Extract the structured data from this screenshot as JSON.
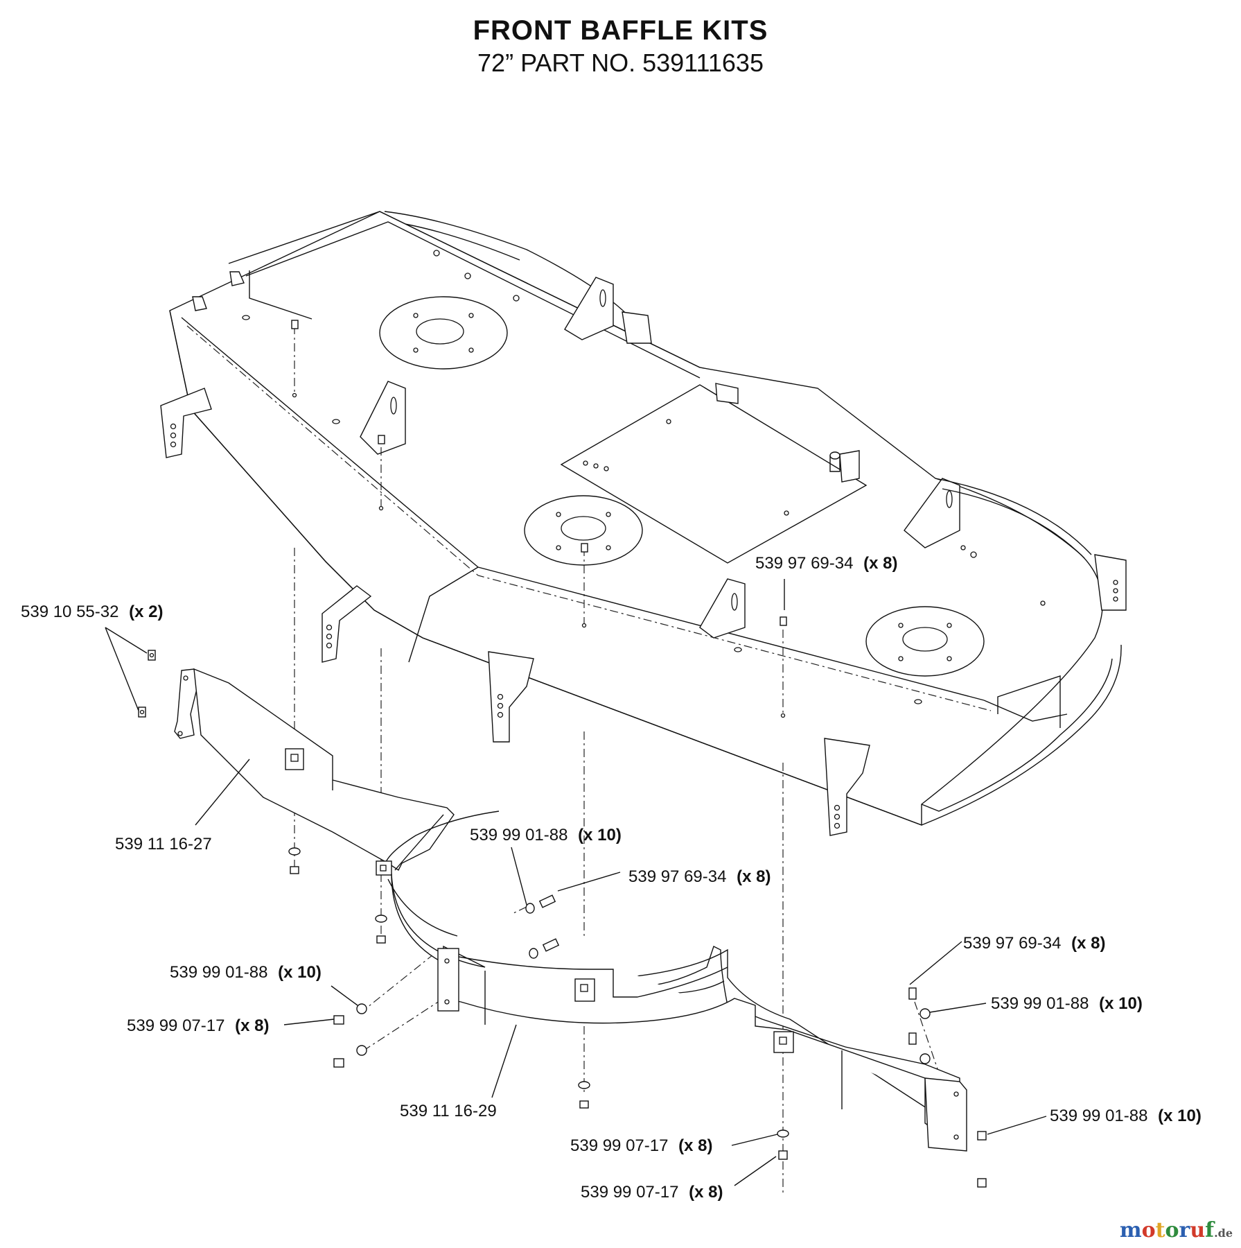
{
  "header": {
    "title": "FRONT BAFFLE KITS",
    "subtitle": "72” PART NO. 539111635"
  },
  "callouts": [
    {
      "id": "c1",
      "part": "539 10 55-32",
      "qty": "(x 2)"
    },
    {
      "id": "c2",
      "part": "539 11 16-27",
      "qty": ""
    },
    {
      "id": "c3",
      "part": "539 97 69-34",
      "qty": "(x 8)"
    },
    {
      "id": "c4",
      "part": "539 99 01-88",
      "qty": "(x 10)"
    },
    {
      "id": "c5",
      "part": "539 97 69-34",
      "qty": "(x 8)"
    },
    {
      "id": "c6",
      "part": "539 97 69-34",
      "qty": "(x 8)"
    },
    {
      "id": "c7",
      "part": "539 99 01-88",
      "qty": "(x 10)"
    },
    {
      "id": "c8",
      "part": "539 99 01-88",
      "qty": "(x 10)"
    },
    {
      "id": "c9",
      "part": "539 99 07-17",
      "qty": "(x 8)"
    },
    {
      "id": "c10",
      "part": "539 11 16-29",
      "qty": ""
    },
    {
      "id": "c11",
      "part": "539 99 07-17",
      "qty": "(x 8)"
    },
    {
      "id": "c12",
      "part": "539 99 01-88",
      "qty": "(x 10)"
    },
    {
      "id": "c13",
      "part": "539 99 07-17",
      "qty": "(x 8)"
    }
  ],
  "watermark": {
    "brand": "motoruf",
    "tld": ".de",
    "colors": [
      "#2b5fb0",
      "#d23a2a",
      "#e0a526",
      "#2e8b3d",
      "#2b5fb0",
      "#d23a2a",
      "#2e8b3d"
    ]
  }
}
